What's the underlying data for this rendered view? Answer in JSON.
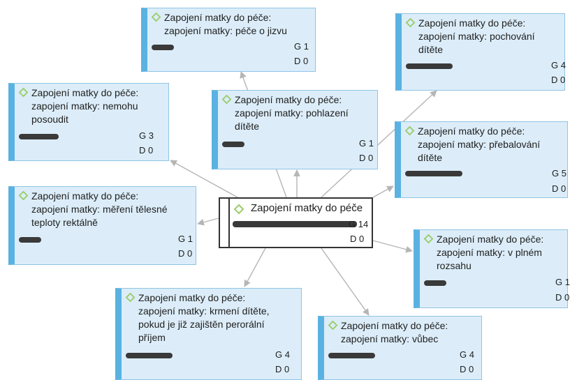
{
  "central": {
    "title": "Zapojení matky do péče",
    "g": "G 14",
    "d": "D  0"
  },
  "nodes": [
    {
      "id": "n1",
      "title": "Zapojení matky do péče:\nzapojení matky: péče o jizvu",
      "g": "G 1",
      "d": "D 0",
      "bar": 0.2
    },
    {
      "id": "n2",
      "title": "Zapojení matky do péče:\nzapojení matky: pochování\ndítěte",
      "g": "G 4",
      "d": "D 0",
      "bar": 0.55
    },
    {
      "id": "n3",
      "title": "Zapojení matky do péče:\nzapojení matky: nemohu\nposoudit",
      "g": "G 3",
      "d": "D 0",
      "bar": 0.45
    },
    {
      "id": "n4",
      "title": "Zapojení matky do péče:\nzapojení matky: pohlazení\ndítěte",
      "g": "G 1",
      "d": "D 0",
      "bar": 0.2
    },
    {
      "id": "n5",
      "title": "Zapojení matky do péče:\nzapojení matky: přebalování\ndítěte",
      "g": "G 5",
      "d": "D 0",
      "bar": 0.7
    },
    {
      "id": "n6",
      "title": "Zapojení matky do péče:\nzapojení matky: měření tělesné\nteploty rektálně",
      "g": "G 1",
      "d": "D 0",
      "bar": 0.2
    },
    {
      "id": "n7",
      "title": "Zapojení matky do péče:\nzapojení matky: v plném\nrozsahu",
      "g": "G 1",
      "d": "D 0",
      "bar": 0.2
    },
    {
      "id": "n8",
      "title": "Zapojení matky do péče:\nzapojení matky: krmení dítěte,\npokud je již zajištěn perorální\npříjem",
      "g": "G 4",
      "d": "D 0",
      "bar": 0.55
    },
    {
      "id": "n9",
      "title": "Zapojení matky do péče:\nzapojení matky: vůbec",
      "g": "G 4",
      "d": "D 0",
      "bar": 0.55
    }
  ],
  "colors": {
    "node_fill": "#dcedf9",
    "node_accent": "#5ab2e2",
    "diamond": "#9acd6a",
    "edge": "#b5b5b5"
  }
}
